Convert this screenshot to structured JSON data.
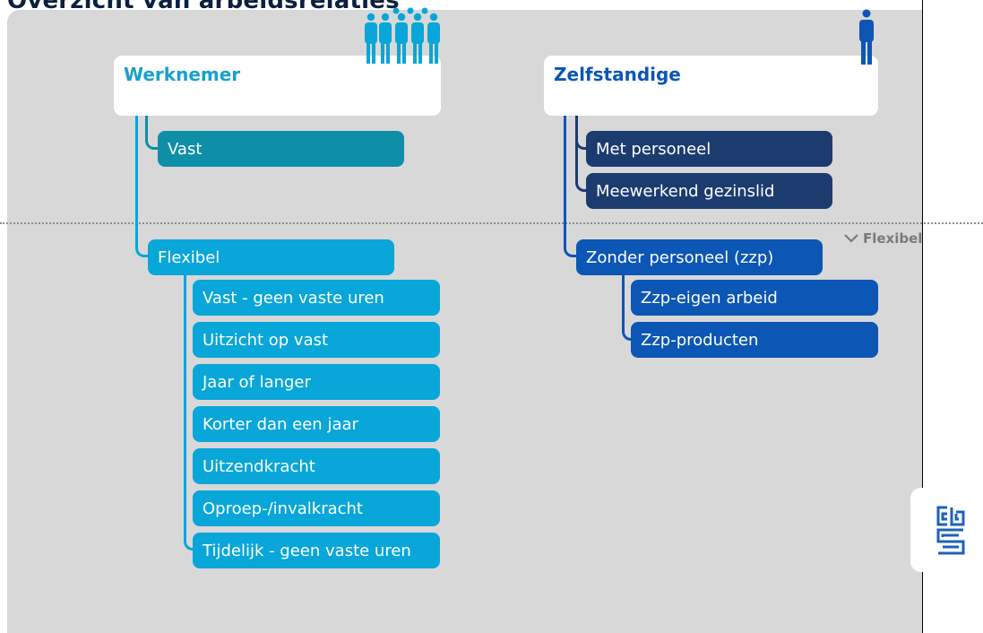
{
  "title": "Overzicht van arbeidsrelaties",
  "colors": {
    "background": "#d8d8d8",
    "card": "#ffffff",
    "werknemer_title": "#1aa0cf",
    "zelfstandige_title": "#0c56b5",
    "vast": "#0f8ea8",
    "flexibel": "#09a6d9",
    "navy": "#1c3c70",
    "blue": "#0c56b5",
    "divider": "#8a8a8a"
  },
  "werknemer": {
    "title": "Werknemer",
    "icon": "group-of-people-icon",
    "vast": "Vast",
    "flexibel": {
      "label": "Flexibel",
      "children": [
        "Vast - geen vaste uren",
        "Uitzicht op vast",
        "Jaar of langer",
        "Korter dan een jaar",
        "Uitzendkracht",
        "Oproep-/invalkracht",
        "Tijdelijk - geen vaste uren"
      ]
    }
  },
  "zelfstandige": {
    "title": "Zelfstandige",
    "icon": "single-person-icon",
    "met_personeel": "Met personeel",
    "meewerkend": "Meewerkend gezinslid",
    "zonder": {
      "label": "Zonder personeel (zzp)",
      "children": [
        "Zzp-eigen arbeid",
        "Zzp-producten"
      ]
    }
  },
  "divider_label": "Flexibel",
  "divider_icon": "chevron-down-icon",
  "logo": "cbs-logo"
}
